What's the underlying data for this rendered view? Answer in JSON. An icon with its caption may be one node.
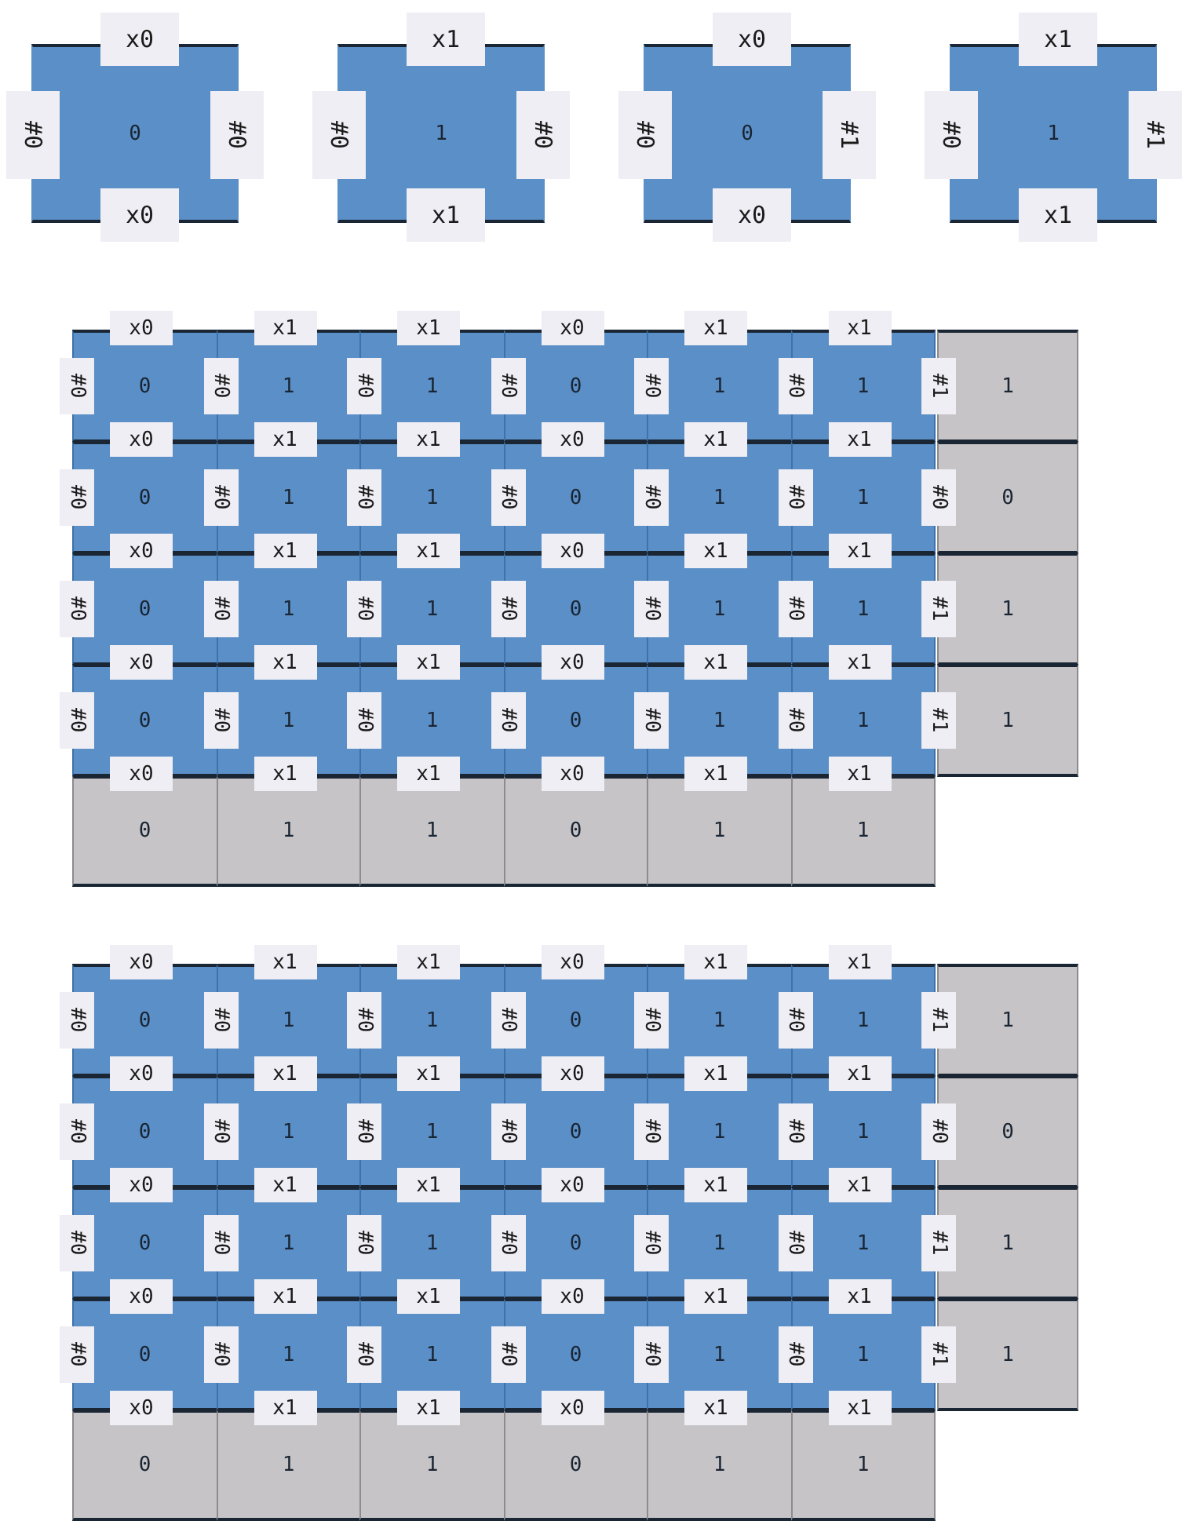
{
  "diagram": {
    "nodes": [
      {
        "text": [
          "x0"
        ]
      },
      {
        "text": [
          "#0"
        ]
      },
      {
        "text": [
          "0"
        ]
      },
      {
        "text": [
          "#0"
        ]
      },
      {
        "text": [
          "x0"
        ]
      },
      {
        "text": [
          "x1"
        ]
      },
      {
        "text": [
          "#0"
        ]
      },
      {
        "text": [
          "1"
        ]
      },
      {
        "text": [
          "#0"
        ]
      },
      {
        "text": [
          "x1"
        ]
      },
      {
        "text": [
          "x0"
        ]
      },
      {
        "text": [
          "#0"
        ]
      },
      {
        "text": [
          "0"
        ]
      },
      {
        "text": [
          "#1"
        ]
      },
      {
        "text": [
          "x0"
        ]
      },
      {
        "text": [
          "x1"
        ]
      },
      {
        "text": [
          "#0"
        ]
      },
      {
        "text": [
          "1"
        ]
      },
      {
        "text": [
          "#1"
        ]
      },
      {
        "text": [
          "x1"
        ]
      },
      {
        "text": [
          "x0"
        ]
      },
      {
        "text": [
          "x1"
        ]
      },
      {
        "text": [
          "x1"
        ]
      },
      {
        "text": [
          "x0"
        ]
      },
      {
        "text": [
          "x1"
        ]
      },
      {
        "text": [
          "x1"
        ]
      },
      {
        "text": [
          "#0"
        ]
      },
      {
        "text": [
          "0"
        ]
      },
      {
        "text": [
          "#0"
        ]
      },
      {
        "text": [
          "1"
        ]
      },
      {
        "text": [
          "#0"
        ]
      },
      {
        "text": [
          "1"
        ]
      },
      {
        "text": [
          "#0"
        ]
      },
      {
        "text": [
          "0"
        ]
      },
      {
        "text": [
          "#0"
        ]
      },
      {
        "text": [
          "1"
        ]
      },
      {
        "text": [
          "#0"
        ]
      },
      {
        "text": [
          "1"
        ]
      },
      {
        "text": [
          "#1"
        ]
      },
      {
        "text": [
          "1"
        ]
      },
      {
        "text": [
          "x0"
        ]
      },
      {
        "text": [
          "x1"
        ]
      },
      {
        "text": [
          "x1"
        ]
      },
      {
        "text": [
          "x0"
        ]
      },
      {
        "text": [
          "x1"
        ]
      },
      {
        "text": [
          "x1"
        ]
      },
      {
        "text": [
          "#0"
        ]
      },
      {
        "text": [
          "0"
        ]
      },
      {
        "text": [
          "#0"
        ]
      },
      {
        "text": [
          "1"
        ]
      },
      {
        "text": [
          "#0"
        ]
      },
      {
        "text": [
          "1"
        ]
      },
      {
        "text": [
          "#0"
        ]
      },
      {
        "text": [
          "0"
        ]
      },
      {
        "text": [
          "#0"
        ]
      },
      {
        "text": [
          "1"
        ]
      },
      {
        "text": [
          "#0"
        ]
      },
      {
        "text": [
          "1"
        ]
      },
      {
        "text": [
          "#0"
        ]
      },
      {
        "text": [
          "0"
        ]
      },
      {
        "text": [
          "x0"
        ]
      },
      {
        "text": [
          "x1"
        ]
      },
      {
        "text": [
          "x1"
        ]
      },
      {
        "text": [
          "x0"
        ]
      },
      {
        "text": [
          "x1"
        ]
      },
      {
        "text": [
          "x1"
        ]
      },
      {
        "text": [
          "#0"
        ]
      },
      {
        "text": [
          "0"
        ]
      },
      {
        "text": [
          "#0"
        ]
      },
      {
        "text": [
          "1"
        ]
      },
      {
        "text": [
          "#0"
        ]
      },
      {
        "text": [
          "1"
        ]
      },
      {
        "text": [
          "#0"
        ]
      },
      {
        "text": [
          "0"
        ]
      },
      {
        "text": [
          "#0"
        ]
      },
      {
        "text": [
          "1"
        ]
      },
      {
        "text": [
          "#0"
        ]
      },
      {
        "text": [
          "1"
        ]
      },
      {
        "text": [
          "#1"
        ]
      },
      {
        "text": [
          "1"
        ]
      },
      {
        "text": [
          "x0"
        ]
      },
      {
        "text": [
          "x1"
        ]
      },
      {
        "text": [
          "x1"
        ]
      },
      {
        "text": [
          "x0"
        ]
      },
      {
        "text": [
          "x1"
        ]
      },
      {
        "text": [
          "x1"
        ]
      },
      {
        "text": [
          "#0"
        ]
      },
      {
        "text": [
          "0"
        ]
      },
      {
        "text": [
          "#0"
        ]
      },
      {
        "text": [
          "1"
        ]
      },
      {
        "text": [
          "#0"
        ]
      },
      {
        "text": [
          "1"
        ]
      },
      {
        "text": [
          "#0"
        ]
      },
      {
        "text": [
          "0"
        ]
      },
      {
        "text": [
          "#0"
        ]
      },
      {
        "text": [
          "1"
        ]
      },
      {
        "text": [
          "#0"
        ]
      },
      {
        "text": [
          "1"
        ]
      },
      {
        "text": [
          "#1"
        ]
      },
      {
        "text": [
          "1"
        ]
      },
      {
        "text": [
          "x0"
        ]
      },
      {
        "text": [
          "x1"
        ]
      },
      {
        "text": [
          "x1"
        ]
      },
      {
        "text": [
          "x0"
        ]
      },
      {
        "text": [
          "x1"
        ]
      },
      {
        "text": [
          "x1"
        ]
      },
      {
        "text": [
          "0"
        ]
      },
      {
        "text": [
          "1"
        ]
      },
      {
        "text": [
          "1"
        ]
      },
      {
        "text": [
          "0"
        ]
      },
      {
        "text": [
          "1"
        ]
      },
      {
        "text": [
          "1"
        ]
      },
      {
        "text": [
          "x0"
        ]
      },
      {
        "text": [
          "x1"
        ]
      },
      {
        "text": [
          "x1"
        ]
      },
      {
        "text": [
          "x0"
        ]
      },
      {
        "text": [
          "x1"
        ]
      },
      {
        "text": [
          "x1"
        ]
      },
      {
        "text": [
          "#0"
        ]
      },
      {
        "text": [
          "0"
        ]
      },
      {
        "text": [
          "#0"
        ]
      },
      {
        "text": [
          "1"
        ]
      },
      {
        "text": [
          "#0"
        ]
      },
      {
        "text": [
          "1"
        ]
      },
      {
        "text": [
          "#0"
        ]
      },
      {
        "text": [
          "0"
        ]
      },
      {
        "text": [
          "#0"
        ]
      },
      {
        "text": [
          "1"
        ]
      },
      {
        "text": [
          "#0"
        ]
      },
      {
        "text": [
          "1"
        ]
      },
      {
        "text": [
          "#1"
        ]
      },
      {
        "text": [
          "1"
        ]
      },
      {
        "text": [
          "x0"
        ]
      },
      {
        "text": [
          "x1"
        ]
      },
      {
        "text": [
          "x1"
        ]
      },
      {
        "text": [
          "x0"
        ]
      },
      {
        "text": [
          "x1"
        ]
      },
      {
        "text": [
          "x1"
        ]
      },
      {
        "text": [
          "#0"
        ]
      },
      {
        "text": [
          "0"
        ]
      },
      {
        "text": [
          "#0"
        ]
      },
      {
        "text": [
          "1"
        ]
      },
      {
        "text": [
          "#0"
        ]
      },
      {
        "text": [
          "1"
        ]
      },
      {
        "text": [
          "#0"
        ]
      },
      {
        "text": [
          "0"
        ]
      },
      {
        "text": [
          "#0"
        ]
      },
      {
        "text": [
          "1"
        ]
      },
      {
        "text": [
          "#0"
        ]
      },
      {
        "text": [
          "1"
        ]
      },
      {
        "text": [
          "#0"
        ]
      },
      {
        "text": [
          "0"
        ]
      },
      {
        "text": [
          "x0"
        ]
      },
      {
        "text": [
          "x1"
        ]
      },
      {
        "text": [
          "x1"
        ]
      },
      {
        "text": [
          "x0"
        ]
      },
      {
        "text": [
          "x1"
        ]
      },
      {
        "text": [
          "x1"
        ]
      },
      {
        "text": [
          "#0"
        ]
      },
      {
        "text": [
          "0"
        ]
      },
      {
        "text": [
          "#0"
        ]
      },
      {
        "text": [
          "1"
        ]
      },
      {
        "text": [
          "#0"
        ]
      },
      {
        "text": [
          "1"
        ]
      },
      {
        "text": [
          "#0"
        ]
      },
      {
        "text": [
          "0"
        ]
      },
      {
        "text": [
          "#0"
        ]
      },
      {
        "text": [
          "1"
        ]
      },
      {
        "text": [
          "#0"
        ]
      },
      {
        "text": [
          "1"
        ]
      },
      {
        "text": [
          "#1"
        ]
      },
      {
        "text": [
          "1"
        ]
      },
      {
        "text": [
          "x0"
        ]
      },
      {
        "text": [
          "x1"
        ]
      },
      {
        "text": [
          "x1"
        ]
      },
      {
        "text": [
          "x0"
        ]
      },
      {
        "text": [
          "x1"
        ]
      },
      {
        "text": [
          "x1"
        ]
      },
      {
        "text": [
          "#0"
        ]
      },
      {
        "text": [
          "0"
        ]
      },
      {
        "text": [
          "#0"
        ]
      },
      {
        "text": [
          "1"
        ]
      },
      {
        "text": [
          "#0"
        ]
      },
      {
        "text": [
          "1"
        ]
      },
      {
        "text": [
          "#0"
        ]
      },
      {
        "text": [
          "0"
        ]
      },
      {
        "text": [
          "#0"
        ]
      },
      {
        "text": [
          "1"
        ]
      },
      {
        "text": [
          "#0"
        ]
      },
      {
        "text": [
          "1"
        ]
      },
      {
        "text": [
          "#1"
        ]
      },
      {
        "text": [
          "1"
        ]
      },
      {
        "text": [
          "x0"
        ]
      },
      {
        "text": [
          "x1"
        ]
      },
      {
        "text": [
          "x1"
        ]
      },
      {
        "text": [
          "x0"
        ]
      },
      {
        "text": [
          "x1"
        ]
      },
      {
        "text": [
          "x1"
        ]
      },
      {
        "text": [
          "0"
        ]
      },
      {
        "text": [
          "1"
        ]
      },
      {
        "text": [
          "1"
        ]
      },
      {
        "text": [
          "0"
        ]
      },
      {
        "text": [
          "1"
        ]
      },
      {
        "text": [
          "1"
        ]
      }
    ]
  }
}
